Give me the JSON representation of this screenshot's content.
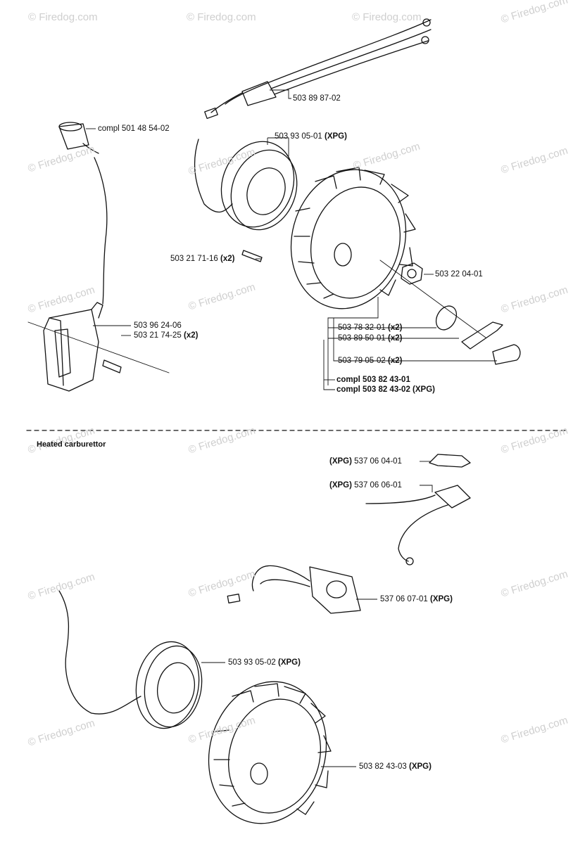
{
  "section": {
    "title": "Heated carburettor"
  },
  "watermark": "© Firedog.com",
  "parts": [
    {
      "id": "p1",
      "number": "503 89 87-02",
      "suffix": ""
    },
    {
      "id": "p2",
      "number": "compl 501 48 54-02",
      "suffix": ""
    },
    {
      "id": "p3",
      "number": "503 93 05-01",
      "suffix": "(XPG)"
    },
    {
      "id": "p4",
      "number": "503 21 71-16",
      "suffix": "(x2)"
    },
    {
      "id": "p5",
      "number": "503 22 04-01",
      "suffix": ""
    },
    {
      "id": "p6",
      "number": "503 96 24-06",
      "suffix": ""
    },
    {
      "id": "p7",
      "number": "503 21 74-25",
      "suffix": "(x2)"
    },
    {
      "id": "p8",
      "number": "503 78 32-01",
      "suffix": "(x2)"
    },
    {
      "id": "p9",
      "number": "503 89 50-01",
      "suffix": "(x2)"
    },
    {
      "id": "p10",
      "number": "503 79 05-02",
      "suffix": "(x2)"
    },
    {
      "id": "p11",
      "number": "compl 503 82 43-01",
      "suffix": ""
    },
    {
      "id": "p12",
      "number": "compl 503 82 43-02",
      "suffix": "(XPG)"
    },
    {
      "id": "p13",
      "prefix": "(XPG)",
      "number": "537 06 04-01"
    },
    {
      "id": "p14",
      "prefix": "(XPG)",
      "number": "537 06 06-01"
    },
    {
      "id": "p15",
      "number": "537 06 07-01",
      "suffix": "(XPG)"
    },
    {
      "id": "p16",
      "number": "503 93 05-02",
      "suffix": "(XPG)"
    },
    {
      "id": "p17",
      "number": "503 82 43-03",
      "suffix": "(XPG)"
    }
  ]
}
